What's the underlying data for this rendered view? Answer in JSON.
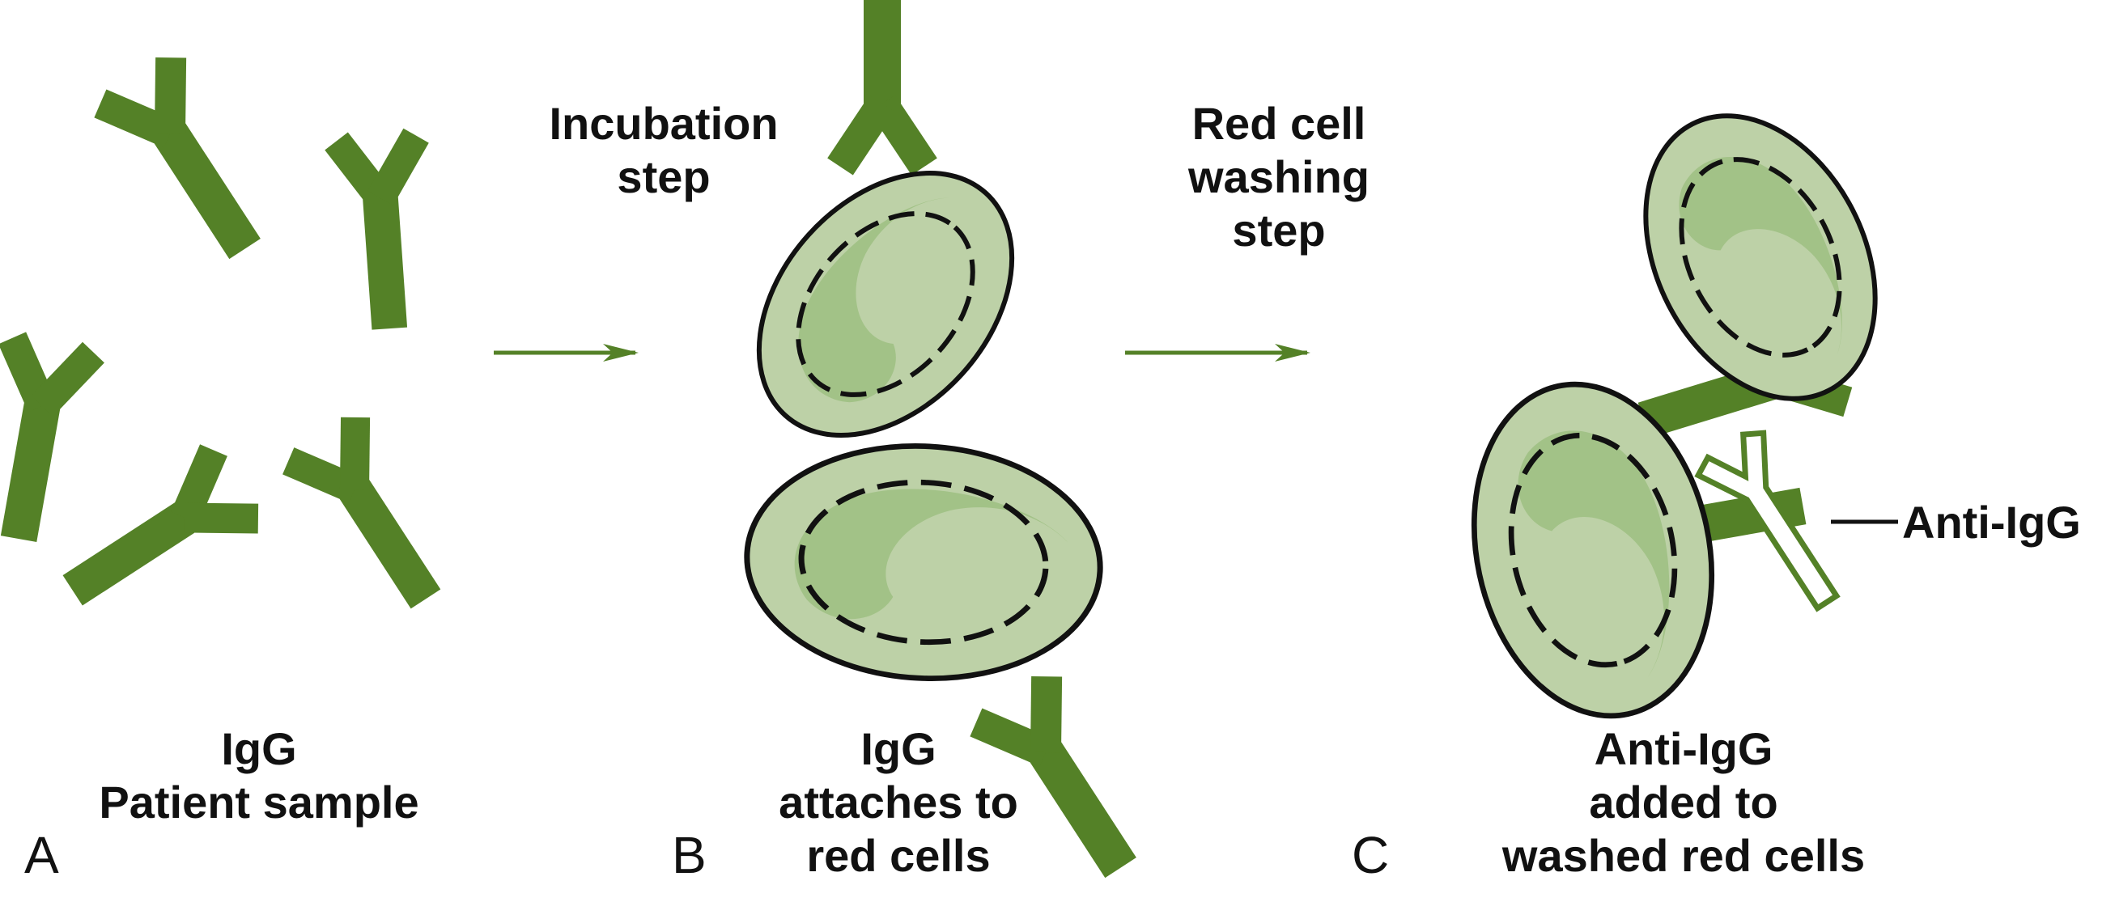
{
  "colors": {
    "antibody": "#548127",
    "cell_fill": "#bdd1a7",
    "cell_inner": "#a2c287",
    "outline": "#111111",
    "arrow": "#548127",
    "anti_igg_outline": "#548127"
  },
  "panels": [
    {
      "letter": "A",
      "caption_lines": [
        "IgG",
        "Patient sample"
      ]
    },
    {
      "letter": "B",
      "caption_lines": [
        "IgG",
        "attaches to",
        "red cells"
      ]
    },
    {
      "letter": "C",
      "caption_lines": [
        "Anti-IgG",
        "added to",
        "washed red cells"
      ]
    }
  ],
  "steps": [
    {
      "lines": [
        "Incubation",
        "step"
      ]
    },
    {
      "lines": [
        "Red cell",
        "washing",
        "step"
      ]
    }
  ],
  "callout": {
    "label": "Anti-IgG"
  },
  "icons": [
    "igg-antibody-icon",
    "red-cell-icon",
    "anti-igg-antibody-icon",
    "arrow-icon"
  ]
}
